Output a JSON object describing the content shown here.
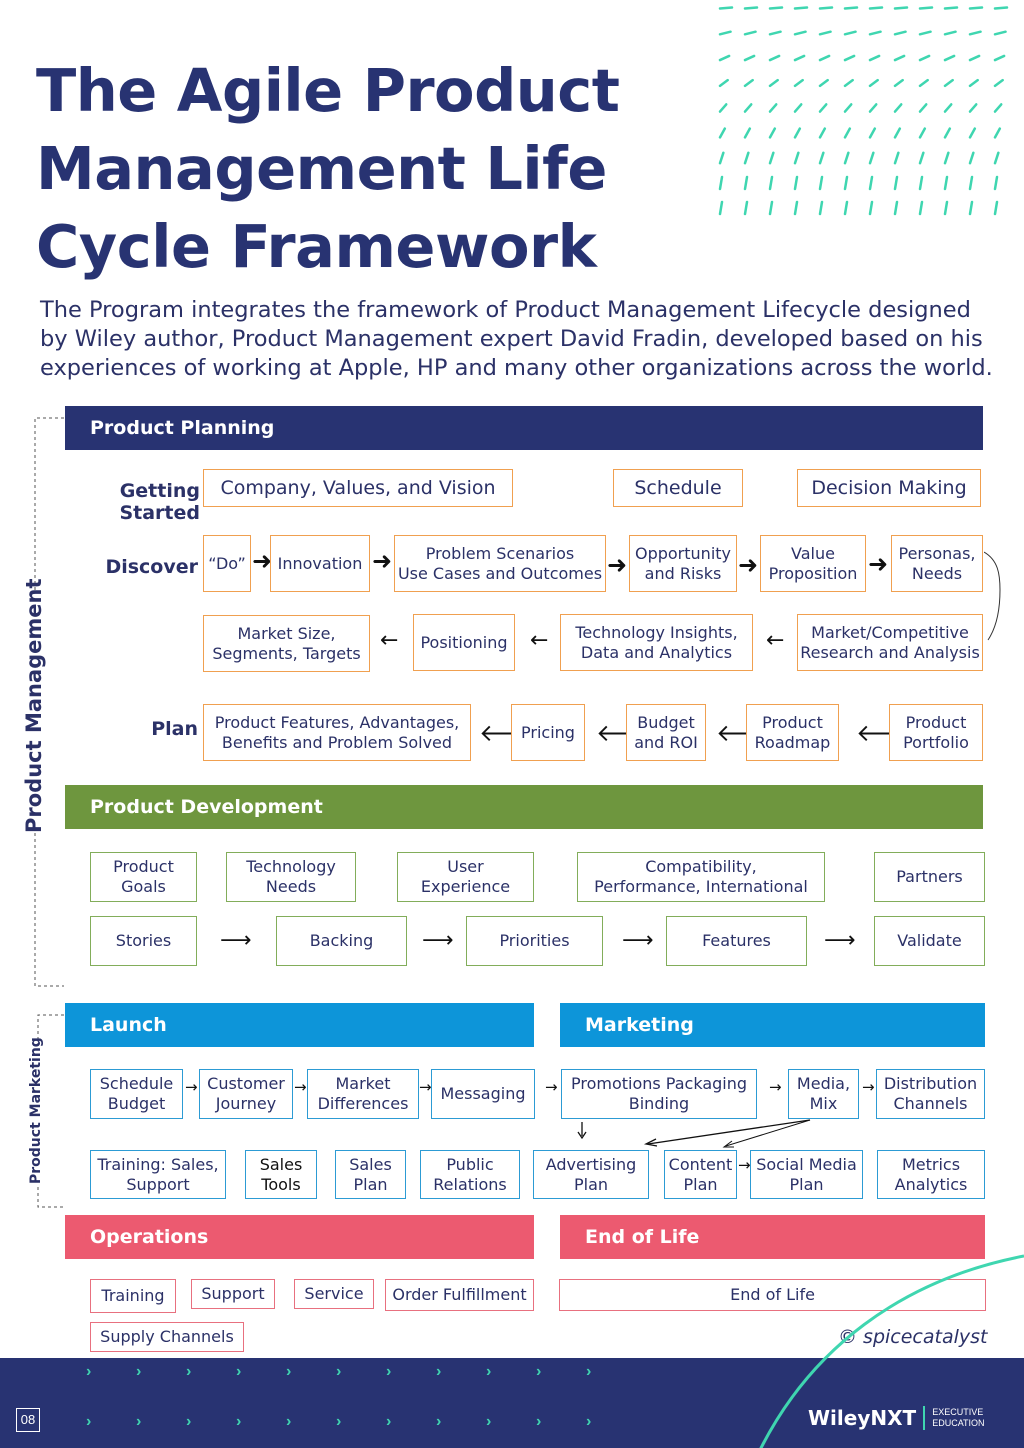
{
  "header": {
    "title": "The Agile Product Management Life Cycle Framework",
    "intro": "The Program integrates the framework of Product Management Lifecycle designed by Wiley author, Product Management expert David Fradin, developed based on his experiences of working at Apple, HP and many other organizations across the world."
  },
  "side_labels": {
    "product_management": "Product Management",
    "product_marketing": "Product Marketing"
  },
  "colors": {
    "navy": "#283372",
    "green": "#6e963e",
    "blue": "#0d95d9",
    "pink": "#ec5a70",
    "orange_border": "#f0a050",
    "teal_accent": "#3fd6b0"
  },
  "planning": {
    "band": "Product Planning",
    "getting_started_label": "Getting Started",
    "getting_started": [
      "Company, Values, and Vision",
      "Schedule",
      "Decision Making"
    ],
    "discover_label": "Discover",
    "discover_row1": [
      "“Do”",
      "Innovation",
      "Problem Scenarios\nUse Cases and Outcomes",
      "Opportunity\nand Risks",
      "Value\nProposition",
      "Personas,\nNeeds"
    ],
    "discover_row2": [
      "Market Size,\nSegments, Targets",
      "Positioning",
      "Technology Insights,\nData and Analytics",
      "Market/Competitive\nResearch and Analysis"
    ],
    "plan_label": "Plan",
    "plan": [
      "Product Features, Advantages,\nBenefits and Problem Solved",
      "Pricing",
      "Budget\nand ROI",
      "Product\nRoadmap",
      "Product\nPortfolio"
    ]
  },
  "development": {
    "band": "Product Development",
    "row1": [
      "Product\nGoals",
      "Technology\nNeeds",
      "User\nExperience",
      "Compatibility,\nPerformance, International",
      "Partners"
    ],
    "row2": [
      "Stories",
      "Backing",
      "Priorities",
      "Features",
      "Validate"
    ]
  },
  "launch": {
    "band": "Launch",
    "row1": [
      "Schedule\nBudget",
      "Customer\nJourney",
      "Market\nDifferences",
      "Messaging"
    ],
    "row2": [
      "Training: Sales,\nSupport",
      "Sales\nTools",
      "Sales\nPlan",
      "Public\nRelations"
    ]
  },
  "marketing": {
    "band": "Marketing",
    "row1": [
      "Promotions Packaging\nBinding",
      "Media,\nMix",
      "Distribution\nChannels"
    ],
    "row2": [
      "Advertising\nPlan",
      "Content\nPlan",
      "Social Media\nPlan",
      "Metrics\nAnalytics"
    ]
  },
  "operations": {
    "band": "Operations",
    "items": [
      "Training",
      "Support",
      "Service",
      "Order Fulfillment",
      "Supply Channels"
    ]
  },
  "end_of_life": {
    "band": "End of Life",
    "items": [
      "End of Life"
    ]
  },
  "credit": "© spicecatalyst",
  "footer": {
    "page_number": "08",
    "brand": "WileyNXT",
    "brand_sub_1": "EXECUTIVE",
    "brand_sub_2": "EDUCATION"
  }
}
